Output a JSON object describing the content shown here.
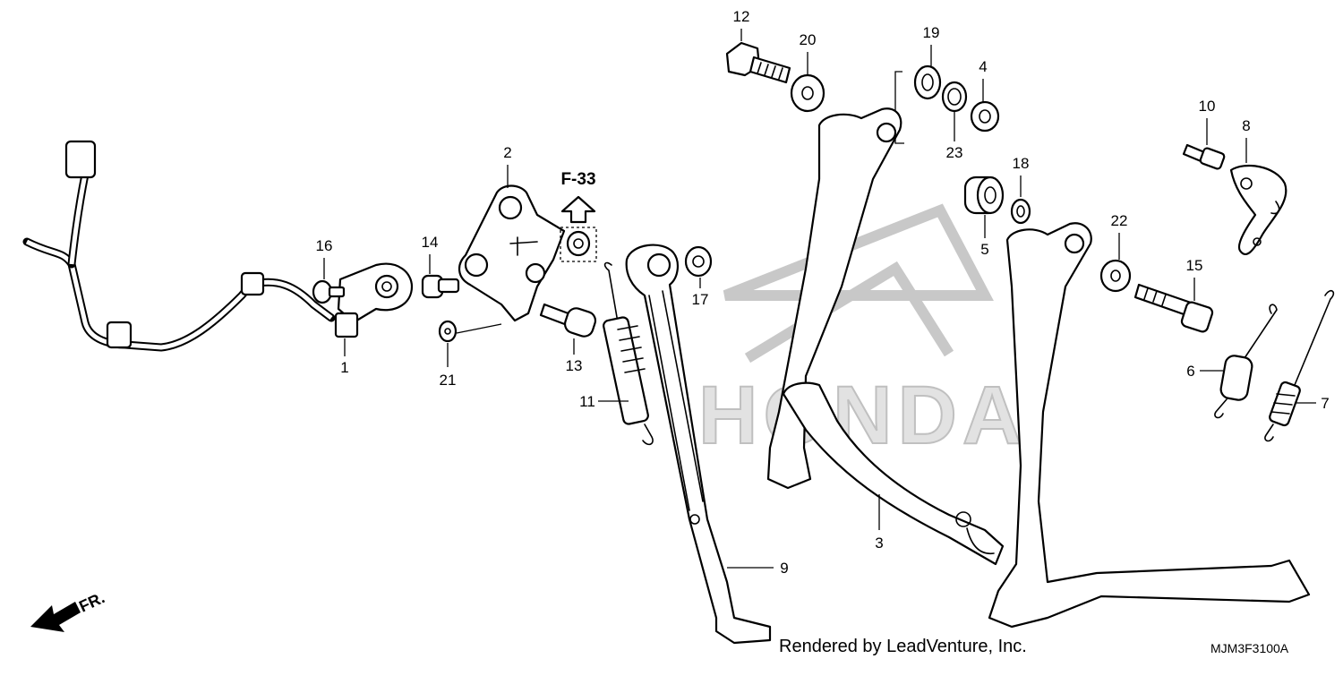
{
  "diagram": {
    "credit": "Rendered by LeadVenture, Inc.",
    "drawing_code": "MJM3F3100A",
    "reference": "F-33",
    "front_label": "FR.",
    "watermark": "HONDA",
    "callouts": {
      "c1": "1",
      "c2": "2",
      "c3": "3",
      "c4": "4",
      "c5": "5",
      "c6": "6",
      "c7": "7",
      "c8": "8",
      "c9": "9",
      "c10": "10",
      "c11": "11",
      "c12": "12",
      "c13": "13",
      "c14": "14",
      "c15": "15",
      "c16": "16",
      "c17": "17",
      "c18": "18",
      "c19": "19",
      "c20": "20",
      "c21": "21",
      "c22": "22",
      "c23": "23"
    }
  }
}
